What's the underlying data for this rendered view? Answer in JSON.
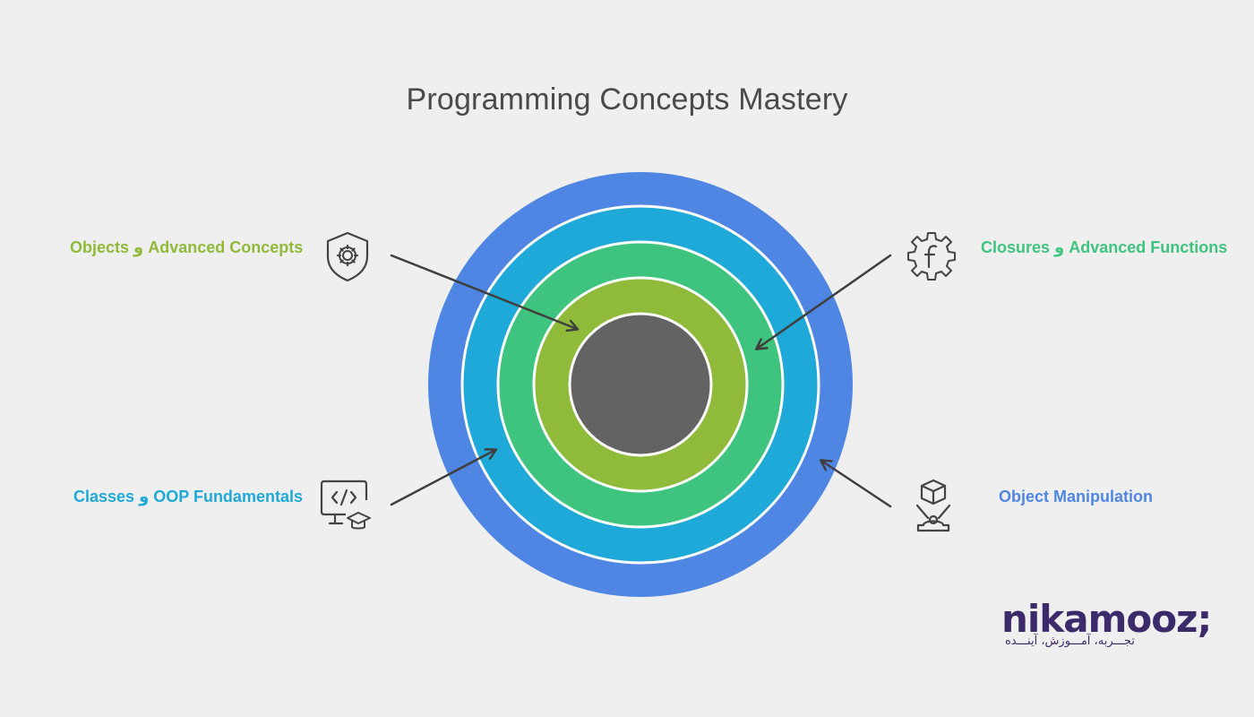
{
  "title": "Programming Concepts Mastery",
  "rings": [
    {
      "label": "Object Manipulation",
      "color": "#4f86e3",
      "icon": "cube-on-stand-icon"
    },
    {
      "label": "Classes و OOP Fundamentals",
      "color": "#1ea9d8",
      "icon": "code-monitor-graduation-icon"
    },
    {
      "label": "Closures و Advanced Functions",
      "color": "#3ec47f",
      "icon": "function-gear-icon"
    },
    {
      "label": "Objects و Advanced Concepts",
      "color": "#8fba3a",
      "icon": "shield-gear-icon"
    }
  ],
  "core_color": "#636363",
  "logo": {
    "name": "nikamooz;",
    "tagline": "تجـــربه، آمـــوزش، آینـــده",
    "color": "#3d2a6b"
  }
}
